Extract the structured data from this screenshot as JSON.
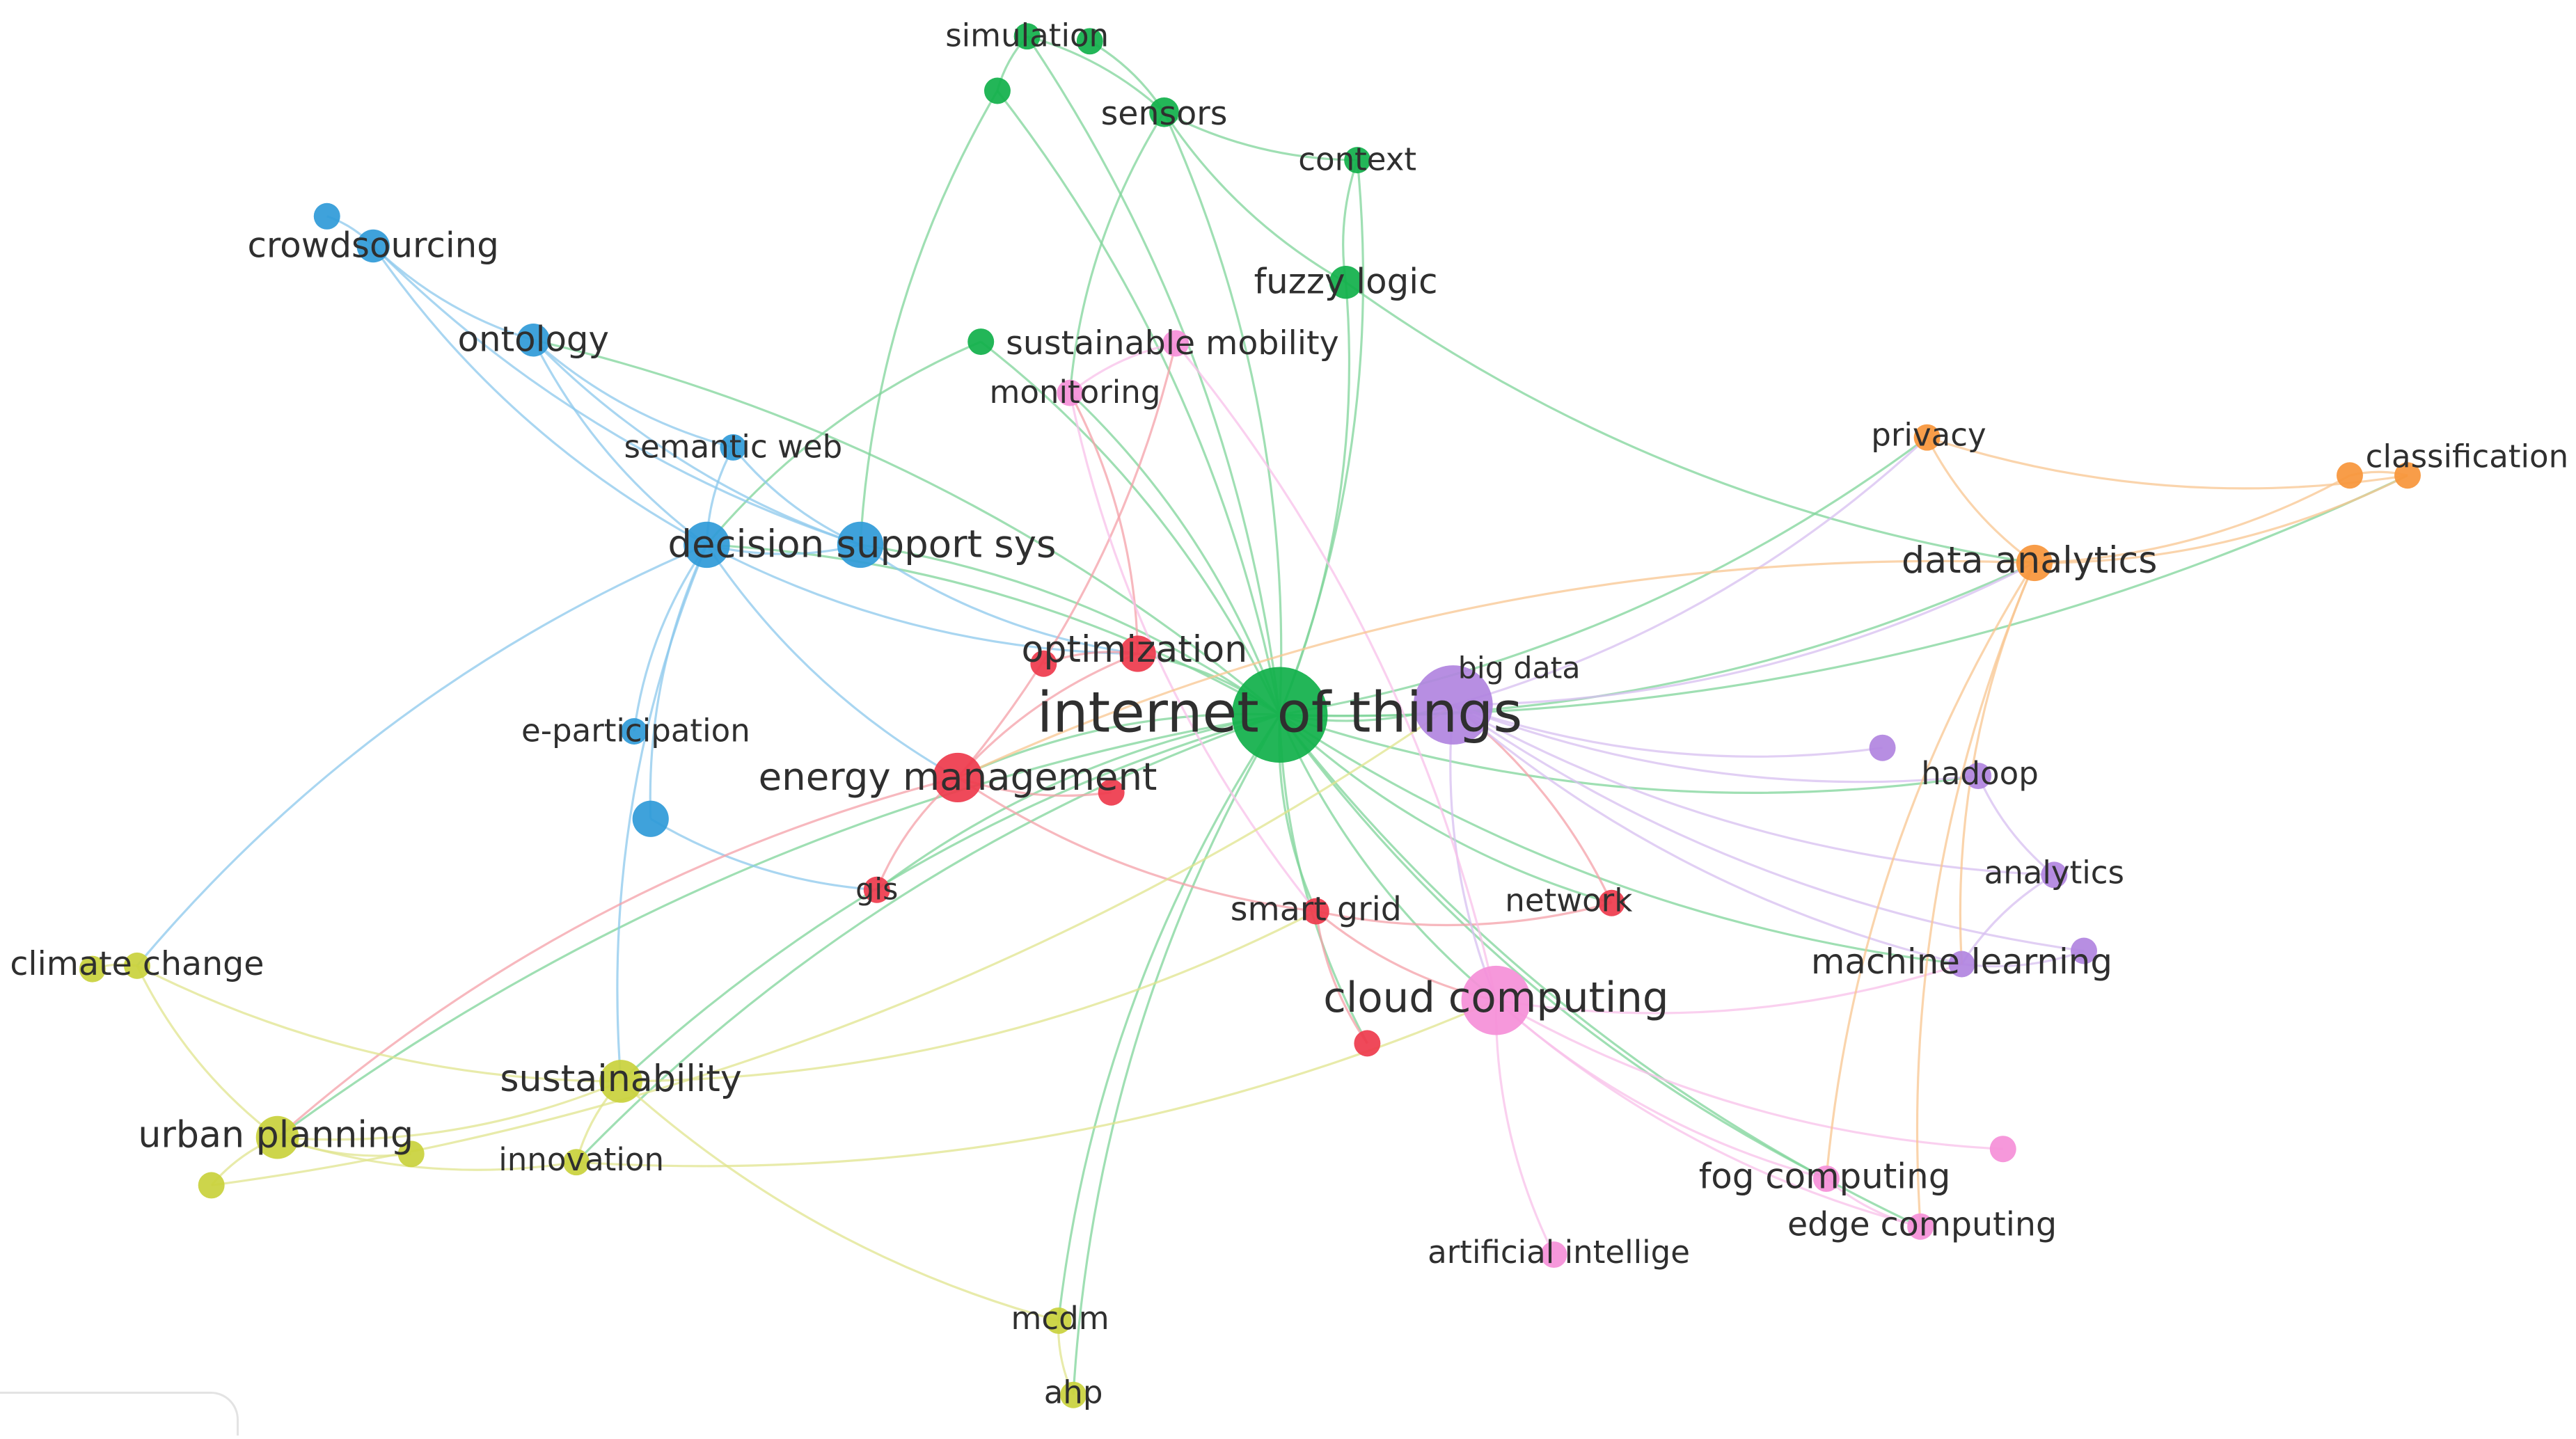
{
  "clusters": {
    "green": {
      "color": "#10b04a",
      "edge": "#7fd49a"
    },
    "blue": {
      "color": "#2f9ad8",
      "edge": "#8cc8ec"
    },
    "red": {
      "color": "#ee3a4c",
      "edge": "#f4a0a8"
    },
    "purple": {
      "color": "#b184e0",
      "edge": "#d7bff0"
    },
    "pink": {
      "color": "#f58fd8",
      "edge": "#f8c0ea"
    },
    "orange": {
      "color": "#f7953a",
      "edge": "#f8c690"
    },
    "yellow": {
      "color": "#c9d13c",
      "edge": "#e0e48e"
    }
  },
  "nodes": [
    {
      "id": "internet-of-things",
      "label": "internet of things",
      "cluster": "green",
      "weight": 10
    },
    {
      "id": "simulation",
      "label": "simulation",
      "cluster": "green",
      "weight": 2
    },
    {
      "id": "simulation-b",
      "label": "",
      "cluster": "green",
      "weight": 2
    },
    {
      "id": "green-small",
      "label": "",
      "cluster": "green",
      "weight": 2
    },
    {
      "id": "sensors",
      "label": "sensors",
      "cluster": "green",
      "weight": 3
    },
    {
      "id": "context",
      "label": "context",
      "cluster": "green",
      "weight": 2
    },
    {
      "id": "fuzzy-logic",
      "label": "fuzzy logic",
      "cluster": "green",
      "weight": 3
    },
    {
      "id": "green-mid",
      "label": "",
      "cluster": "green",
      "weight": 2
    },
    {
      "id": "crowdsourcing",
      "label": "crowdsourcing",
      "cluster": "blue",
      "weight": 3
    },
    {
      "id": "crowd-small",
      "label": "",
      "cluster": "blue",
      "weight": 2
    },
    {
      "id": "ontology",
      "label": "ontology",
      "cluster": "blue",
      "weight": 3
    },
    {
      "id": "semantic-web",
      "label": "semantic web",
      "cluster": "blue",
      "weight": 2
    },
    {
      "id": "decision-support",
      "label": "decision support sys",
      "cluster": "blue",
      "weight": 4
    },
    {
      "id": "decision-support-b",
      "label": "",
      "cluster": "blue",
      "weight": 4
    },
    {
      "id": "e-participation",
      "label": "e-participation",
      "cluster": "blue",
      "weight": 2
    },
    {
      "id": "blue-low",
      "label": "",
      "cluster": "blue",
      "weight": 3
    },
    {
      "id": "optimization",
      "label": "optimization",
      "cluster": "red",
      "weight": 3
    },
    {
      "id": "optimization-b",
      "label": "",
      "cluster": "red",
      "weight": 2
    },
    {
      "id": "energy-management",
      "label": "energy management",
      "cluster": "red",
      "weight": 4
    },
    {
      "id": "red-small",
      "label": "",
      "cluster": "red",
      "weight": 2
    },
    {
      "id": "gis",
      "label": "gis",
      "cluster": "red",
      "weight": 2
    },
    {
      "id": "smart-grid",
      "label": "smart grid",
      "cluster": "red",
      "weight": 2
    },
    {
      "id": "network",
      "label": "network",
      "cluster": "red",
      "weight": 2
    },
    {
      "id": "red-low",
      "label": "",
      "cluster": "red",
      "weight": 2
    },
    {
      "id": "big-data",
      "label": "big data",
      "cluster": "purple",
      "weight": 6
    },
    {
      "id": "hadoop",
      "label": "hadoop",
      "cluster": "purple",
      "weight": 2
    },
    {
      "id": "purple-small",
      "label": "",
      "cluster": "purple",
      "weight": 2
    },
    {
      "id": "analytics",
      "label": "analytics",
      "cluster": "purple",
      "weight": 2
    },
    {
      "id": "machine-learning",
      "label": "machine learning",
      "cluster": "purple",
      "weight": 2
    },
    {
      "id": "purple-ml",
      "label": "",
      "cluster": "purple",
      "weight": 2
    },
    {
      "id": "sustainable-mobility",
      "label": "sustainable mobility",
      "cluster": "pink",
      "weight": 2
    },
    {
      "id": "monitoring",
      "label": "monitoring",
      "cluster": "pink",
      "weight": 2
    },
    {
      "id": "cloud-computing",
      "label": "cloud computing",
      "cluster": "pink",
      "weight": 5
    },
    {
      "id": "fog-computing",
      "label": "fog computing",
      "cluster": "pink",
      "weight": 2
    },
    {
      "id": "edge-computing",
      "label": "edge computing",
      "cluster": "pink",
      "weight": 2
    },
    {
      "id": "pink-small",
      "label": "",
      "cluster": "pink",
      "weight": 2
    },
    {
      "id": "artificial-intelligence",
      "label": "artificial intellige",
      "cluster": "pink",
      "weight": 2
    },
    {
      "id": "privacy",
      "label": "privacy",
      "cluster": "orange",
      "weight": 2
    },
    {
      "id": "classification",
      "label": "classification",
      "cluster": "orange",
      "weight": 2
    },
    {
      "id": "orange-small",
      "label": "",
      "cluster": "orange",
      "weight": 2
    },
    {
      "id": "data-analytics",
      "label": "data analytics",
      "cluster": "orange",
      "weight": 3
    },
    {
      "id": "climate-change",
      "label": "climate change",
      "cluster": "yellow",
      "weight": 2
    },
    {
      "id": "climate-b",
      "label": "",
      "cluster": "yellow",
      "weight": 2
    },
    {
      "id": "sustainability",
      "label": "sustainability",
      "cluster": "yellow",
      "weight": 3
    },
    {
      "id": "urban-planning",
      "label": "urban planning",
      "cluster": "yellow",
      "weight": 3
    },
    {
      "id": "yellow-small",
      "label": "",
      "cluster": "yellow",
      "weight": 2
    },
    {
      "id": "yellow-low",
      "label": "",
      "cluster": "yellow",
      "weight": 2
    },
    {
      "id": "innovation",
      "label": "innovation",
      "cluster": "yellow",
      "weight": 2
    },
    {
      "id": "mcdm",
      "label": "mcdm",
      "cluster": "yellow",
      "weight": 2
    },
    {
      "id": "ahp",
      "label": "ahp",
      "cluster": "yellow",
      "weight": 2
    }
  ],
  "edges": [
    [
      "internet-of-things",
      "sensors"
    ],
    [
      "internet-of-things",
      "fuzzy-logic"
    ],
    [
      "internet-of-things",
      "context"
    ],
    [
      "internet-of-things",
      "simulation"
    ],
    [
      "internet-of-things",
      "green-small"
    ],
    [
      "internet-of-things",
      "green-mid"
    ],
    [
      "internet-of-things",
      "decision-support"
    ],
    [
      "internet-of-things",
      "decision-support-b"
    ],
    [
      "internet-of-things",
      "ontology"
    ],
    [
      "internet-of-things",
      "big-data"
    ],
    [
      "internet-of-things",
      "cloud-computing"
    ],
    [
      "internet-of-things",
      "data-analytics"
    ],
    [
      "internet-of-things",
      "privacy"
    ],
    [
      "internet-of-things",
      "classification"
    ],
    [
      "internet-of-things",
      "energy-management"
    ],
    [
      "internet-of-things",
      "optimization"
    ],
    [
      "internet-of-things",
      "smart-grid"
    ],
    [
      "internet-of-things",
      "network"
    ],
    [
      "internet-of-things",
      "sustainability"
    ],
    [
      "internet-of-things",
      "urban-planning"
    ],
    [
      "internet-of-things",
      "mcdm"
    ],
    [
      "internet-of-things",
      "ahp"
    ],
    [
      "internet-of-things",
      "fog-computing"
    ],
    [
      "internet-of-things",
      "edge-computing"
    ],
    [
      "internet-of-things",
      "machine-learning"
    ],
    [
      "internet-of-things",
      "hadoop"
    ],
    [
      "internet-of-things",
      "monitoring"
    ],
    [
      "internet-of-things",
      "innovation"
    ],
    [
      "internet-of-things",
      "gis"
    ],
    [
      "internet-of-things",
      "red-low"
    ],
    [
      "sensors",
      "fuzzy-logic"
    ],
    [
      "sensors",
      "context"
    ],
    [
      "sensors",
      "simulation"
    ],
    [
      "sensors",
      "simulation-b"
    ],
    [
      "simulation",
      "green-small"
    ],
    [
      "context",
      "fuzzy-logic"
    ],
    [
      "fuzzy-logic",
      "data-analytics"
    ],
    [
      "green-small",
      "decision-support-b"
    ],
    [
      "green-mid",
      "decision-support"
    ],
    [
      "sensors",
      "monitoring"
    ],
    [
      "crowdsourcing",
      "crowd-small"
    ],
    [
      "crowdsourcing",
      "ontology"
    ],
    [
      "crowdsourcing",
      "decision-support"
    ],
    [
      "crowdsourcing",
      "decision-support-b"
    ],
    [
      "ontology",
      "semantic-web"
    ],
    [
      "ontology",
      "decision-support"
    ],
    [
      "ontology",
      "decision-support-b"
    ],
    [
      "semantic-web",
      "decision-support"
    ],
    [
      "semantic-web",
      "decision-support-b"
    ],
    [
      "decision-support",
      "decision-support-b"
    ],
    [
      "decision-support",
      "e-participation"
    ],
    [
      "decision-support",
      "blue-low"
    ],
    [
      "decision-support",
      "optimization"
    ],
    [
      "decision-support",
      "energy-management"
    ],
    [
      "decision-support-b",
      "optimization"
    ],
    [
      "decision-support",
      "climate-change"
    ],
    [
      "decision-support",
      "sustainability"
    ],
    [
      "blue-low",
      "gis"
    ],
    [
      "optimization",
      "optimization-b"
    ],
    [
      "optimization",
      "energy-management"
    ],
    [
      "energy-management",
      "red-small"
    ],
    [
      "energy-management",
      "smart-grid"
    ],
    [
      "energy-management",
      "gis"
    ],
    [
      "energy-management",
      "urban-planning"
    ],
    [
      "smart-grid",
      "network"
    ],
    [
      "smart-grid",
      "red-low"
    ],
    [
      "smart-grid",
      "cloud-computing"
    ],
    [
      "network",
      "big-data"
    ],
    [
      "optimization",
      "monitoring"
    ],
    [
      "energy-management",
      "sustainable-mobility"
    ],
    [
      "big-data",
      "hadoop"
    ],
    [
      "big-data",
      "purple-small"
    ],
    [
      "big-data",
      "analytics"
    ],
    [
      "big-data",
      "machine-learning"
    ],
    [
      "big-data",
      "purple-ml"
    ],
    [
      "big-data",
      "cloud-computing"
    ],
    [
      "big-data",
      "data-analytics"
    ],
    [
      "big-data",
      "privacy"
    ],
    [
      "hadoop",
      "analytics"
    ],
    [
      "analytics",
      "machine-learning"
    ],
    [
      "machine-learning",
      "purple-ml"
    ],
    [
      "cloud-computing",
      "fog-computing"
    ],
    [
      "cloud-computing",
      "edge-computing"
    ],
    [
      "cloud-computing",
      "pink-small"
    ],
    [
      "cloud-computing",
      "artificial-intelligence"
    ],
    [
      "cloud-computing",
      "machine-learning"
    ],
    [
      "cloud-computing",
      "sustainable-mobility"
    ],
    [
      "fog-computing",
      "edge-computing"
    ],
    [
      "sustainable-mobility",
      "monitoring"
    ],
    [
      "monitoring",
      "smart-grid"
    ],
    [
      "privacy",
      "data-analytics"
    ],
    [
      "privacy",
      "classification"
    ],
    [
      "classification",
      "orange-small"
    ],
    [
      "data-analytics",
      "classification"
    ],
    [
      "data-analytics",
      "orange-small"
    ],
    [
      "data-analytics",
      "machine-learning"
    ],
    [
      "data-analytics",
      "fog-computing"
    ],
    [
      "data-analytics",
      "edge-computing"
    ],
    [
      "data-analytics",
      "energy-management"
    ],
    [
      "climate-change",
      "climate-b"
    ],
    [
      "climate-change",
      "urban-planning"
    ],
    [
      "climate-change",
      "sustainability"
    ],
    [
      "urban-planning",
      "yellow-small"
    ],
    [
      "urban-planning",
      "yellow-low"
    ],
    [
      "urban-planning",
      "innovation"
    ],
    [
      "urban-planning",
      "sustainability"
    ],
    [
      "sustainability",
      "innovation"
    ],
    [
      "sustainability",
      "mcdm"
    ],
    [
      "mcdm",
      "ahp"
    ],
    [
      "sustainability",
      "smart-grid"
    ],
    [
      "yellow-small",
      "big-data"
    ],
    [
      "innovation",
      "cloud-computing"
    ]
  ]
}
